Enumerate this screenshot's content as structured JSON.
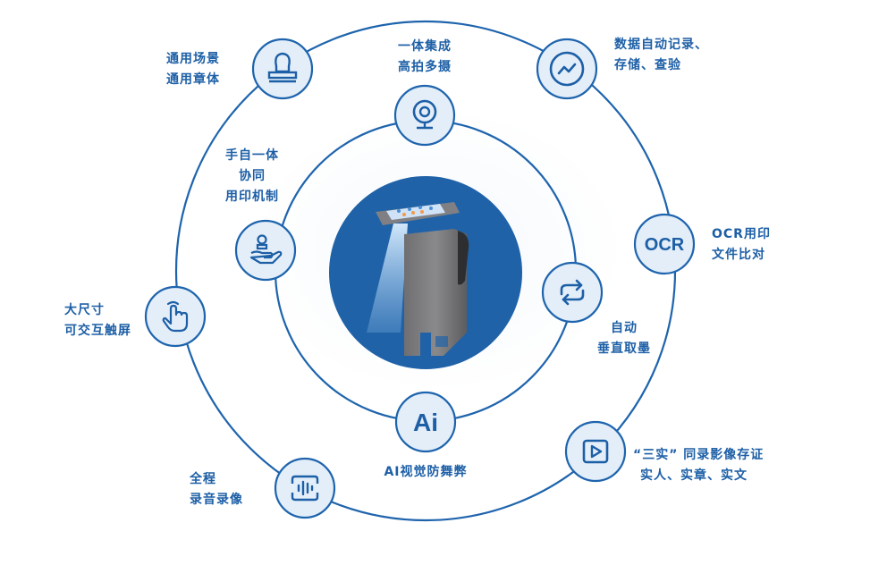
{
  "colors": {
    "ring": "#1e64ad",
    "node_fill": "#e3eef9",
    "node_stroke": "#1e64ad",
    "icon": "#1d5fa6",
    "center_disc": "#1f62a8",
    "text": "#1d5fa6",
    "background": "#ffffff"
  },
  "center": {
    "image_description": "Smart seal-stamping machine with touchscreen and light beam"
  },
  "nodes": [
    {
      "id": "universal-seal",
      "ring": "outer",
      "icon": "stamp-icon",
      "lines": [
        "通用场景",
        "通用章体"
      ]
    },
    {
      "id": "multi-camera",
      "ring": "inner",
      "icon": "webcam-icon",
      "lines": [
        "一体集成",
        "高拍多摄"
      ]
    },
    {
      "id": "data-record",
      "ring": "outer",
      "icon": "trend-chart-icon",
      "lines": [
        "数据自动记录、",
        "存储、查验"
      ]
    },
    {
      "id": "hand-auto",
      "ring": "inner",
      "icon": "hand-stamp-icon",
      "lines": [
        "手自一体",
        "协同",
        "用印机制"
      ]
    },
    {
      "id": "ocr-compare",
      "ring": "outer",
      "icon": "ocr-icon",
      "icon_text": "OCR",
      "lines": [
        "OCR用印",
        "文件比对"
      ]
    },
    {
      "id": "auto-ink",
      "ring": "inner",
      "icon": "refresh-icon",
      "lines": [
        "自动",
        "垂直取墨"
      ]
    },
    {
      "id": "touchscreen",
      "ring": "outer",
      "icon": "touch-gesture-icon",
      "lines": [
        "大尺寸",
        "可交互触屏"
      ]
    },
    {
      "id": "ai-vision",
      "ring": "inner",
      "icon": "ai-icon",
      "icon_text": "Ai",
      "lines": [
        "AI视觉防舞弊"
      ]
    },
    {
      "id": "video-evidence",
      "ring": "outer",
      "icon": "video-play-icon",
      "lines": [
        "“三实” 同录影像存证",
        "实人、实章、实文"
      ]
    },
    {
      "id": "audio-video",
      "ring": "outer",
      "icon": "audio-wave-icon",
      "lines": [
        "全程",
        "录音录像"
      ]
    }
  ]
}
